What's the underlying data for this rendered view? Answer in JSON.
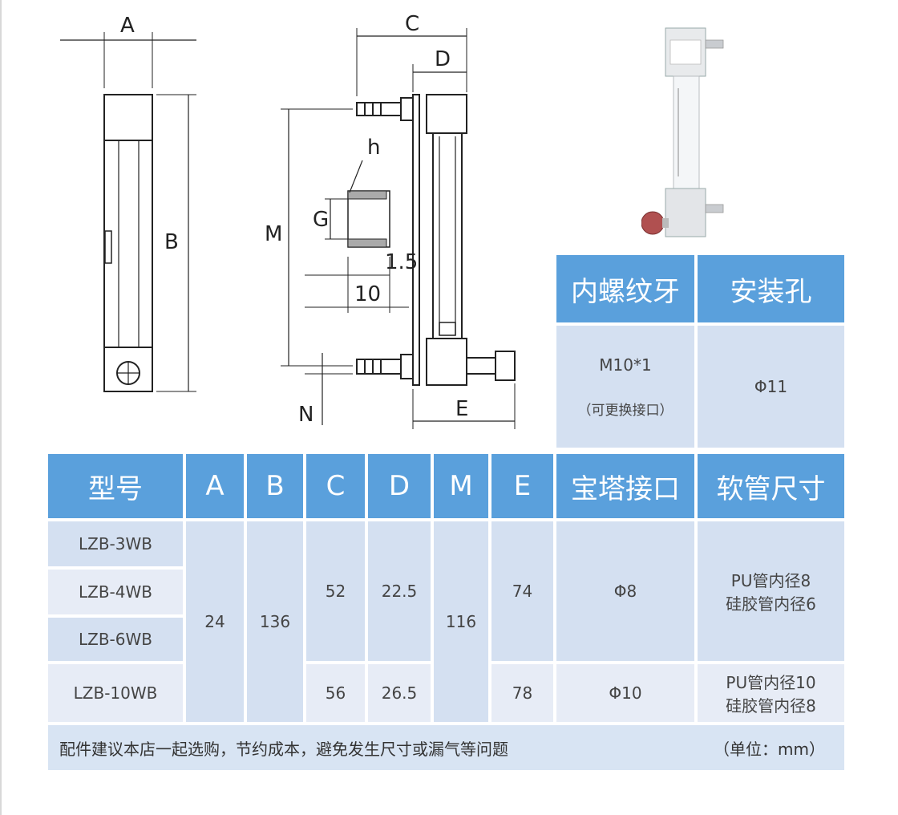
{
  "drawing": {
    "dim_labels": [
      "A",
      "B",
      "C",
      "D",
      "M",
      "G",
      "h",
      "1.5",
      "10",
      "N",
      "E"
    ]
  },
  "thread_table": {
    "headers": [
      "内螺纹牙",
      "安装孔"
    ],
    "thread_value": "M10*1",
    "thread_note": "（可更换接口）",
    "hole_value": "Φ11"
  },
  "spec_table": {
    "headers": [
      "型号",
      "A",
      "B",
      "C",
      "D",
      "M",
      "E",
      "宝塔接口",
      "软管尺寸"
    ],
    "models": [
      "LZB-3WB",
      "LZB-4WB",
      "LZB-6WB",
      "LZB-10WB"
    ],
    "A": "24",
    "B": "136",
    "C": [
      "52",
      "56"
    ],
    "D": [
      "22.5",
      "26.5"
    ],
    "M": "116",
    "E": [
      "74",
      "78"
    ],
    "barb": [
      "Φ8",
      "Φ10"
    ],
    "hose_1": [
      "PU管内径8",
      "硅胶管内径6"
    ],
    "hose_2": [
      "PU管内径10",
      "硅胶管内径8"
    ]
  },
  "footer": {
    "note": "配件建议本店一起选购，节约成本，避免发生尺寸或漏气等问题",
    "unit": "（单位：mm）"
  }
}
